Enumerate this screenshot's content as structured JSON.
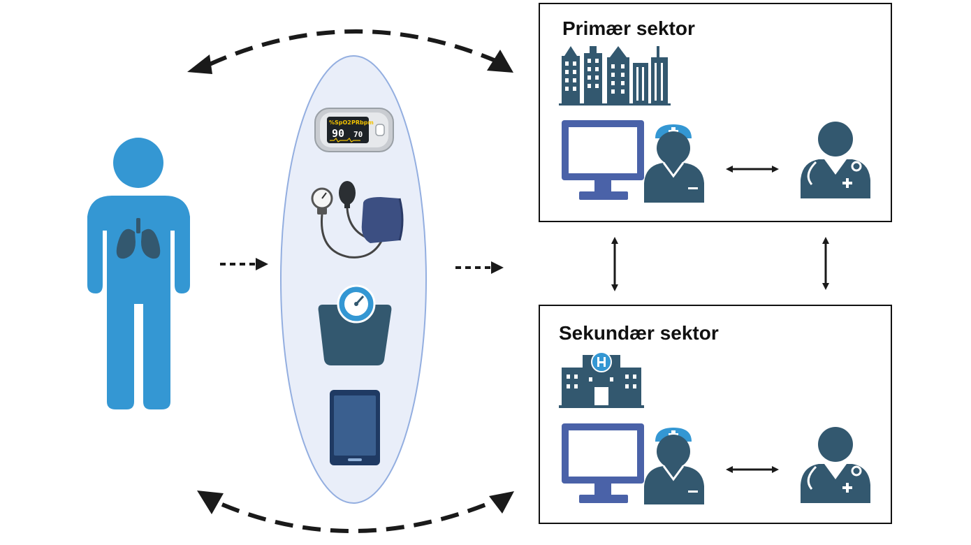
{
  "primary_sector": {
    "title": "Primær sektor"
  },
  "secondary_sector": {
    "title": "Sekundær sektor"
  },
  "oximeter": {
    "spo2_label": "%SpO2",
    "pr_label": "PRbpm",
    "spo2_value": "90",
    "pr_value": "70"
  },
  "icons": {
    "patient": "person-lungs-icon",
    "oximeter": "pulse-oximeter-icon",
    "blood_pressure": "blood-pressure-cuff-icon",
    "scale": "weighing-scale-icon",
    "tablet": "tablet-icon",
    "city": "city-buildings-icon",
    "hospital": "hospital-building-icon",
    "monitor": "computer-monitor-icon",
    "nurse": "nurse-icon",
    "doctor": "doctor-icon"
  },
  "colors": {
    "patient_blue": "#3497d3",
    "icon_slate": "#33586f",
    "monitor_blue": "#4a62a8",
    "ellipse_fill": "#e9eef9",
    "ellipse_stroke": "#93aee0",
    "arrow": "#1a1a1a"
  }
}
